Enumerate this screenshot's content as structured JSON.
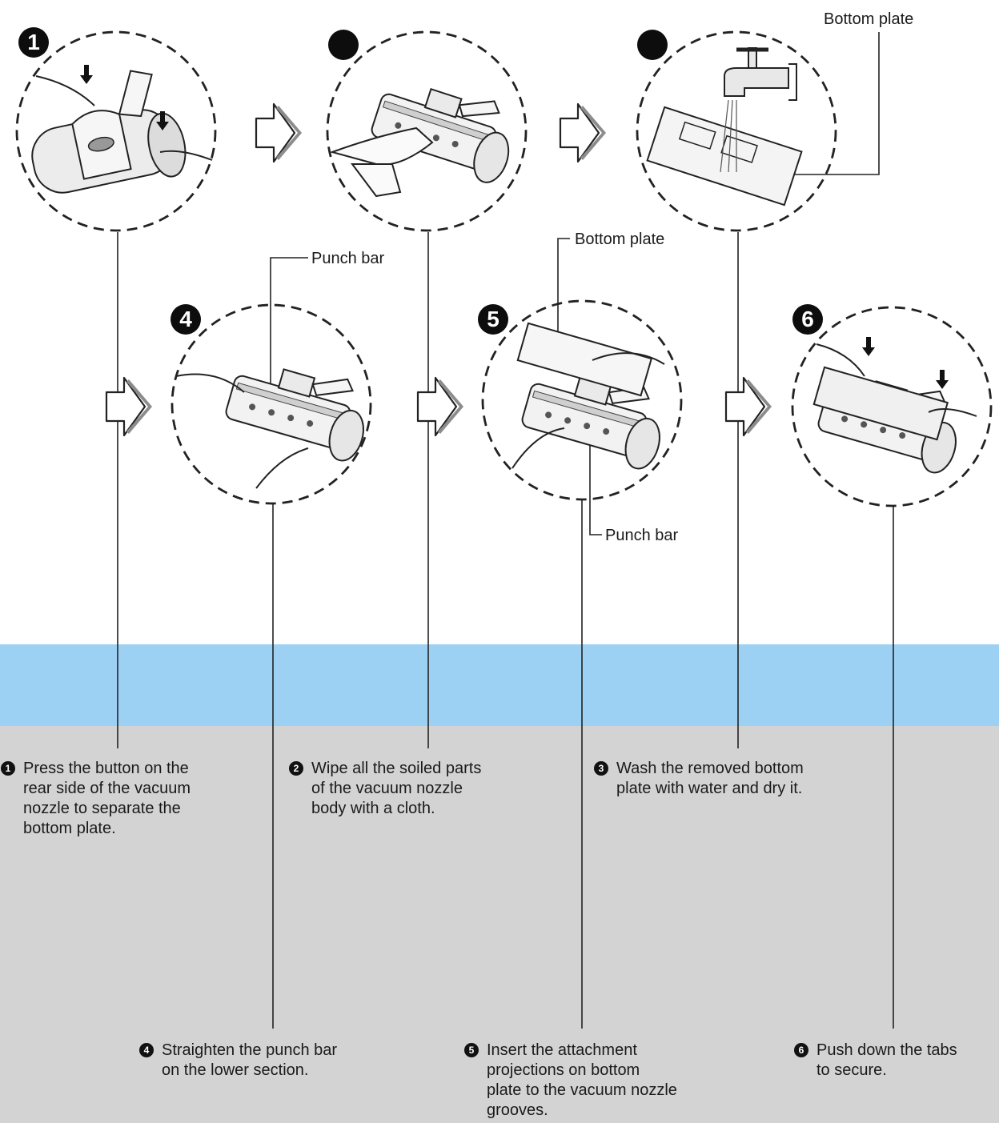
{
  "colors": {
    "band_blue": "#9dd1f4",
    "band_gray": "#d3d3d3",
    "ink": "#1a1a1a"
  },
  "callouts": {
    "bottom_plate_top": "Bottom plate",
    "bottom_plate_mid": "Bottom plate",
    "punch_bar_4": "Punch bar",
    "punch_bar_5": "Punch bar"
  },
  "badges": {
    "b1": "1",
    "b2": "",
    "b3": "",
    "b4": "4",
    "b5": "5",
    "b6": "6"
  },
  "steps": [
    {
      "num": "1",
      "text": "Press the button on the\nrear side of the vacuum\nnozzle to separate the\nbottom plate."
    },
    {
      "num": "2",
      "text": "Wipe all the soiled parts\nof the vacuum nozzle\nbody with a cloth."
    },
    {
      "num": "3",
      "text": "Wash the removed bottom\nplate with water and dry it."
    },
    {
      "num": "4",
      "text": "Straighten the punch bar\non the lower section."
    },
    {
      "num": "5",
      "text": "Insert the attachment\nprojections on bottom\nplate to the vacuum nozzle\ngrooves."
    },
    {
      "num": "6",
      "text": "Push down the tabs\nto secure."
    }
  ],
  "icons": {
    "flow_arrow": "right-arrow-icon",
    "down_arrow": "down-arrow-icon"
  }
}
